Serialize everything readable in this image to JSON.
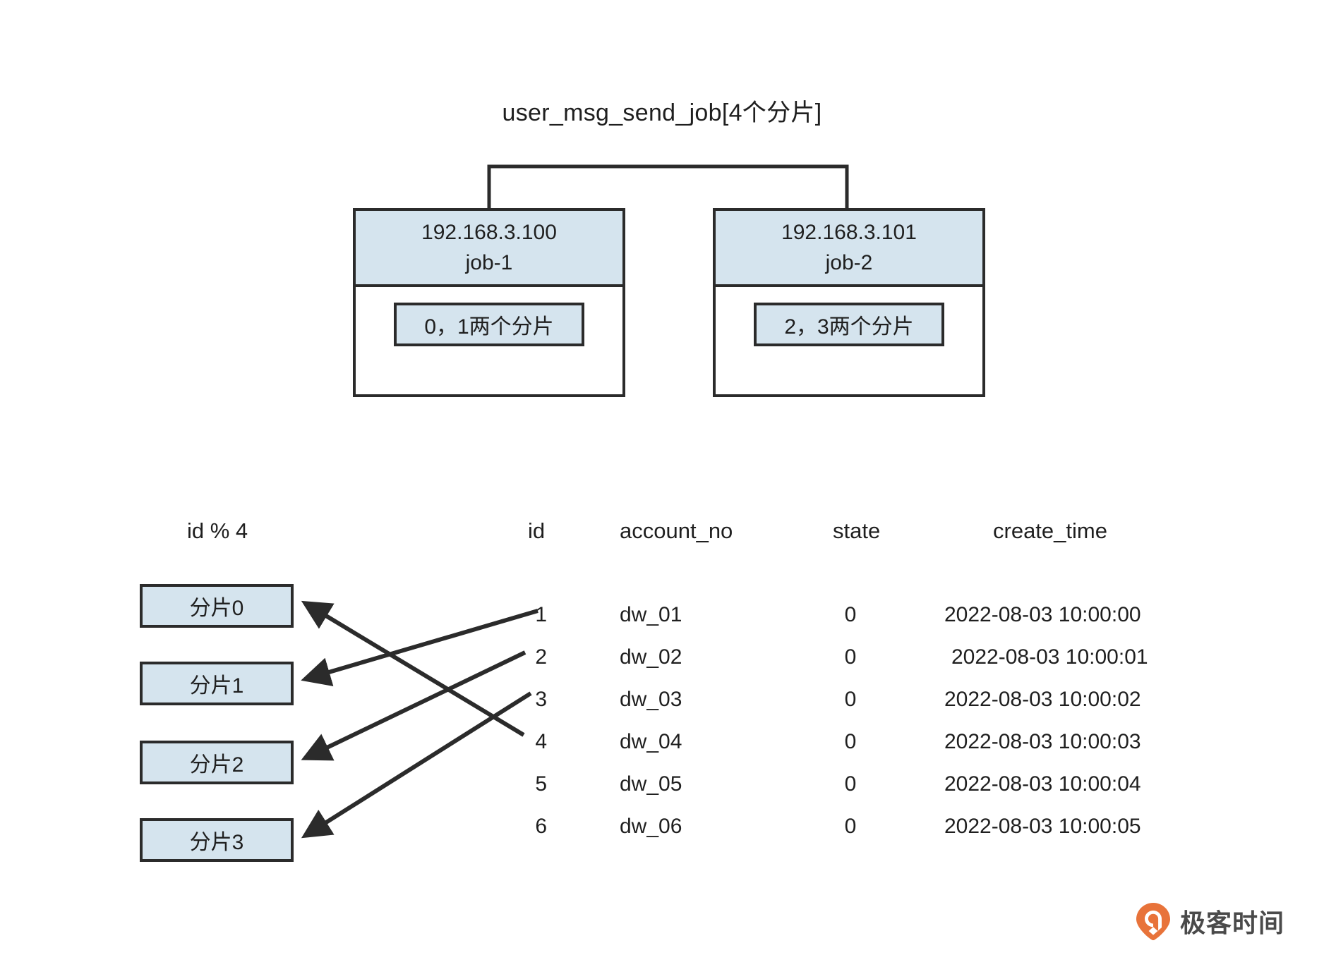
{
  "diagram": {
    "title": "user_msg_send_job[4个分片]",
    "accent_box_fill": "#d5e4ee",
    "line_color": "#2b2b2b",
    "logo_color": "#e8733a"
  },
  "job_nodes": [
    {
      "ip": "192.168.3.100",
      "job_name": "job-1",
      "shard_assignment": "0，1两个分片"
    },
    {
      "ip": "192.168.3.101",
      "job_name": "job-2",
      "shard_assignment": "2，3两个分片"
    }
  ],
  "shard_section": {
    "label": "id % 4",
    "shards": [
      {
        "label": "分片0"
      },
      {
        "label": "分片1"
      },
      {
        "label": "分片2"
      },
      {
        "label": "分片3"
      }
    ]
  },
  "table": {
    "headers": [
      "id",
      "account_no",
      "state",
      "create_time"
    ],
    "rows": [
      {
        "id": "1",
        "account_no": "dw_01",
        "state": "0",
        "create_time": "2022-08-03 10:00:00"
      },
      {
        "id": "2",
        "account_no": "dw_02",
        "state": "0",
        "create_time": "2022-08-03 10:00:01"
      },
      {
        "id": "3",
        "account_no": "dw_03",
        "state": "0",
        "create_time": "2022-08-03 10:00:02"
      },
      {
        "id": "4",
        "account_no": "dw_04",
        "state": "0",
        "create_time": "2022-08-03 10:00:03"
      },
      {
        "id": "5",
        "account_no": "dw_05",
        "state": "0",
        "create_time": "2022-08-03 10:00:04"
      },
      {
        "id": "6",
        "account_no": "dw_06",
        "state": "0",
        "create_time": "2022-08-03 10:00:05"
      }
    ]
  },
  "mappings": [
    {
      "from_id": "1",
      "to_shard": "分片1"
    },
    {
      "from_id": "2",
      "to_shard": "分片2"
    },
    {
      "from_id": "3",
      "to_shard": "分片3"
    },
    {
      "from_id": "4",
      "to_shard": "分片0"
    }
  ],
  "watermark": {
    "text": "极客时间"
  }
}
